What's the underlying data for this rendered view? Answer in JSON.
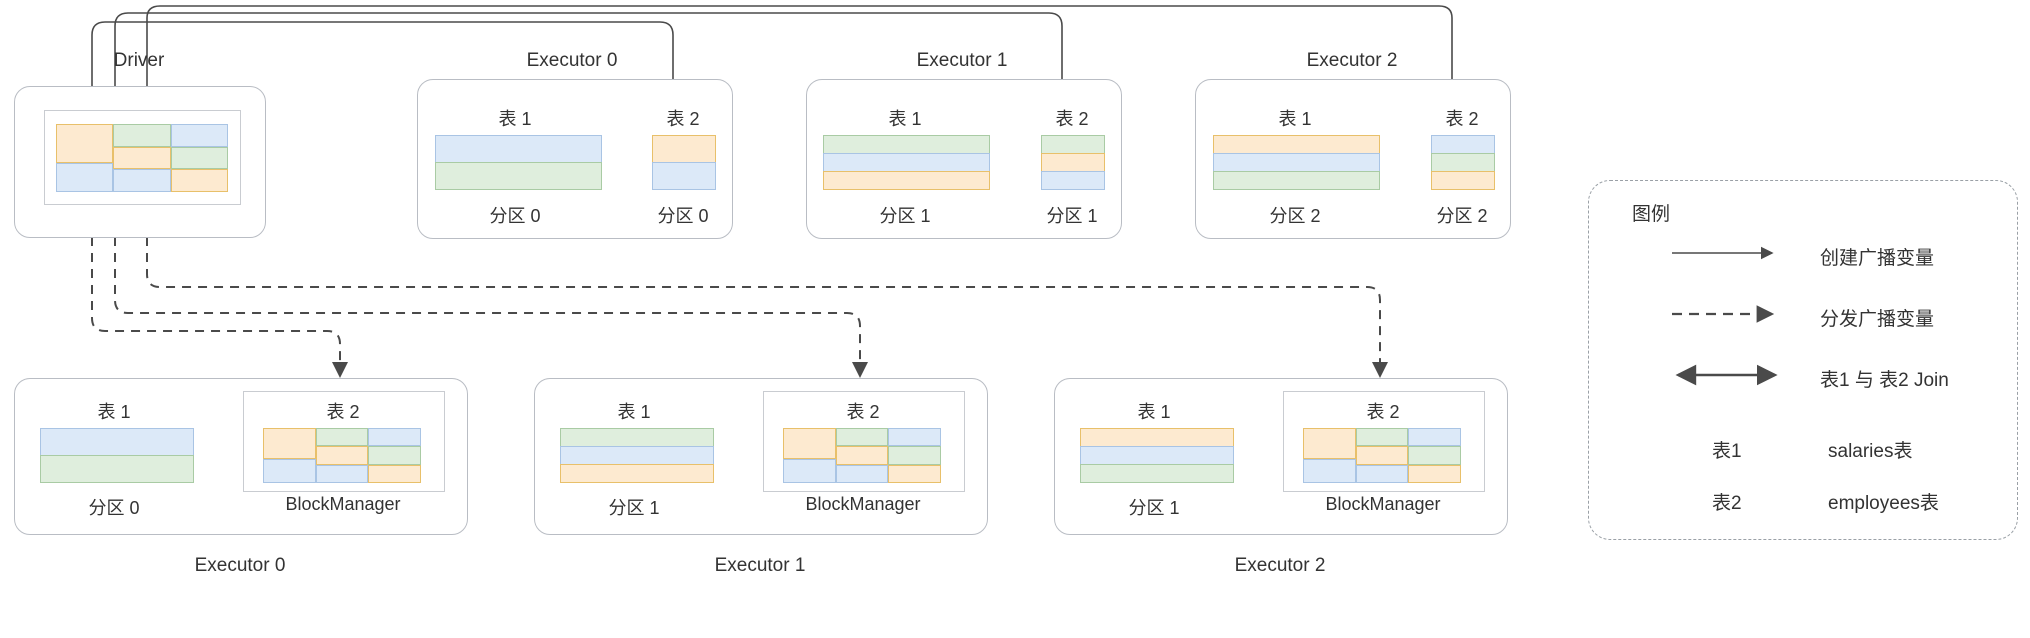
{
  "colors": {
    "blue_fill": "#dce9f8",
    "blue_stroke": "#a9c4e4",
    "green_fill": "#dfeedd",
    "green_stroke": "#a9cba4",
    "orange_fill": "#fdead0",
    "orange_stroke": "#e8c06a",
    "node_stroke": "#b9bdc4",
    "inner_stroke": "#c9ccd1",
    "arrow": "#4a4a4a",
    "text": "#333333"
  },
  "labels": {
    "driver": "Driver",
    "table1": "表 1",
    "table2": "表 2",
    "blockmanager": "BlockManager"
  },
  "top": {
    "driver": {
      "title": "Driver",
      "grid": [
        [
          "orange",
          "blue"
        ],
        [
          "green",
          "orange",
          "blue"
        ],
        [
          "blue",
          "green",
          "orange"
        ]
      ]
    },
    "executors": [
      {
        "title": "Executor 0",
        "t1_label": "表 1",
        "t1_partition": "分区 0",
        "t1_rows": [
          "blue",
          "green"
        ],
        "t2_label": "表 2",
        "t2_partition": "分区 0",
        "t2_rows": [
          "orange",
          "blue"
        ]
      },
      {
        "title": "Executor 1",
        "t1_label": "表 1",
        "t1_partition": "分区 1",
        "t1_rows": [
          "green",
          "blue",
          "orange"
        ],
        "t2_label": "表 2",
        "t2_partition": "分区 1",
        "t2_rows": [
          "green",
          "orange",
          "blue"
        ]
      },
      {
        "title": "Executor 2",
        "t1_label": "表 1",
        "t1_partition": "分区 2",
        "t1_rows": [
          "orange",
          "blue",
          "green"
        ],
        "t2_label": "表 2",
        "t2_partition": "分区 2",
        "t2_rows": [
          "blue",
          "green",
          "orange"
        ]
      }
    ]
  },
  "bottom": {
    "executors": [
      {
        "caption": "Executor 0",
        "t1_label": "表 1",
        "t1_partition": "分区 0",
        "t1_rows": [
          "blue",
          "green"
        ],
        "t2_label": "表 2",
        "bm_label": "BlockManager",
        "bm_grid": [
          [
            "orange",
            "blue"
          ],
          [
            "green",
            "orange",
            "blue"
          ],
          [
            "blue",
            "green",
            "orange"
          ]
        ]
      },
      {
        "caption": "Executor 1",
        "t1_label": "表 1",
        "t1_partition": "分区 1",
        "t1_rows": [
          "green",
          "blue",
          "orange"
        ],
        "t2_label": "表 2",
        "bm_label": "BlockManager",
        "bm_grid": [
          [
            "orange",
            "blue"
          ],
          [
            "green",
            "orange",
            "blue"
          ],
          [
            "blue",
            "green",
            "orange"
          ]
        ]
      },
      {
        "caption": "Executor 2",
        "t1_label": "表 1",
        "t1_partition": "分区 1",
        "t1_rows": [
          "orange",
          "blue",
          "green"
        ],
        "t2_label": "表 2",
        "bm_label": "BlockManager",
        "bm_grid": [
          [
            "orange",
            "blue"
          ],
          [
            "green",
            "orange",
            "blue"
          ],
          [
            "blue",
            "green",
            "orange"
          ]
        ]
      }
    ]
  },
  "legend": {
    "title": "图例",
    "entries": [
      {
        "kind": "solid-arrow",
        "text": "创建广播变量"
      },
      {
        "kind": "dashed-arrow",
        "text": "分发广播变量"
      },
      {
        "kind": "double-arrow",
        "text": "表1 与 表2 Join"
      }
    ],
    "mappings": [
      {
        "key": "表1",
        "value": "salaries表"
      },
      {
        "key": "表2",
        "value": "employees表"
      }
    ]
  }
}
